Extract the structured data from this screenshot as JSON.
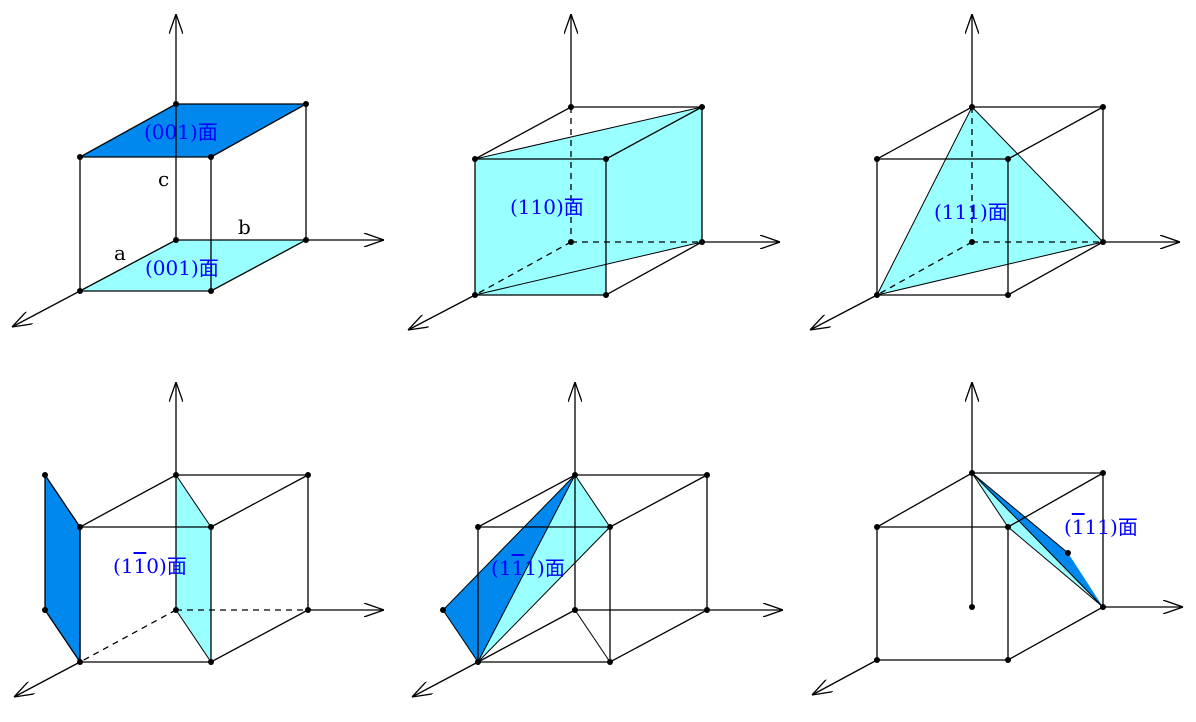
{
  "colors": {
    "light_plane": "#99ffff",
    "dark_plane": "#0088ee",
    "label": "#0000ff",
    "line": "#000000"
  },
  "axis_letters": {
    "a": "a",
    "b": "b",
    "c": "c"
  },
  "panels": [
    {
      "id": "p1",
      "labels": [
        "(001)面",
        "(001)面"
      ]
    },
    {
      "id": "p2",
      "labels": [
        "(110)面"
      ]
    },
    {
      "id": "p3",
      "labels": [
        "(111)面"
      ]
    },
    {
      "id": "p4",
      "labels": [
        "(110)面"
      ],
      "bar_digit": 2
    },
    {
      "id": "p5",
      "labels": [
        "(111)面"
      ],
      "bar_digit": 2
    },
    {
      "id": "p6",
      "labels": [
        "(111)面"
      ],
      "bar_digit": 1
    }
  ]
}
